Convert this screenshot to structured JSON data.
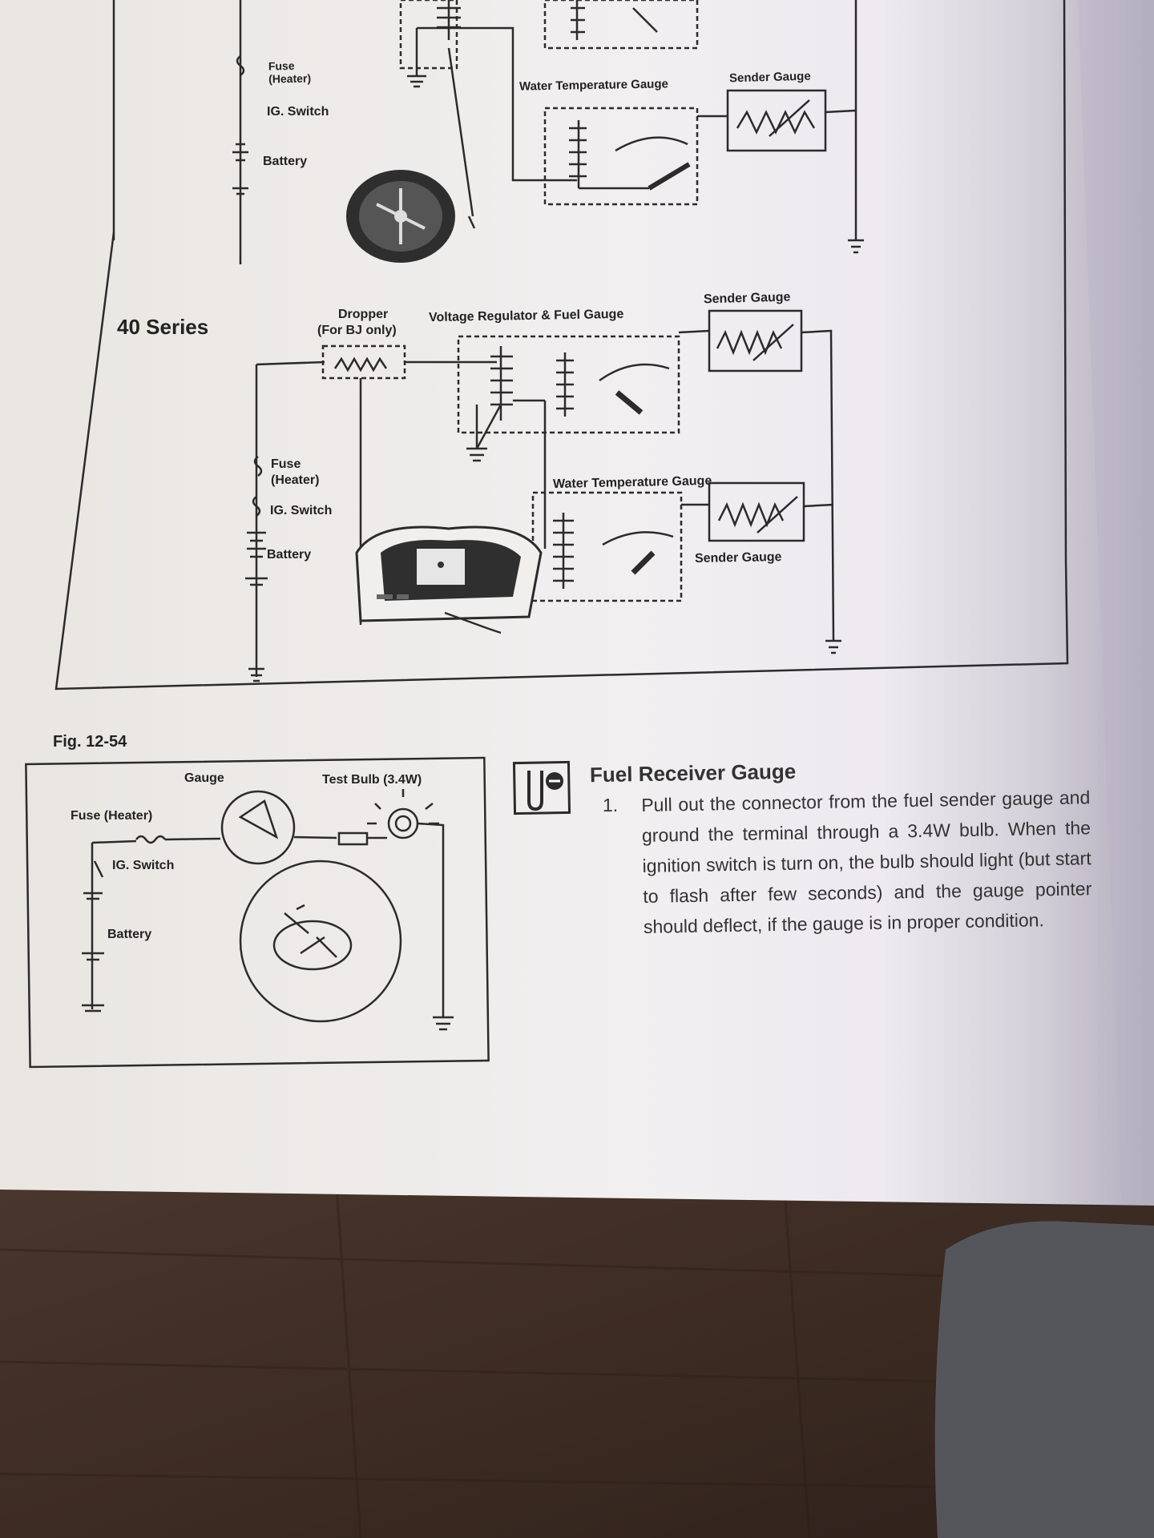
{
  "upper_diagram": {
    "labels": {
      "fuse_heater": "Fuse\n(Heater)",
      "ig_switch": "IG. Switch",
      "battery": "Battery",
      "water_temp_gauge": "Water Temperature Gauge",
      "sender_gauge": "Sender Gauge"
    }
  },
  "series40_diagram": {
    "series_label": "40 Series",
    "labels": {
      "dropper": "Dropper",
      "dropper_note": "(For BJ only)",
      "voltage_regulator_fuel_gauge": "Voltage Regulator & Fuel Gauge",
      "sender_gauge_top": "Sender Gauge",
      "fuse_heater": "Fuse\n(Heater)",
      "ig_switch": "IG. Switch",
      "battery": "Battery",
      "water_temp_gauge": "Water Temperature Gauge",
      "sender_gauge_bottom": "Sender Gauge"
    }
  },
  "figure": {
    "caption": "Fig. 12-54",
    "labels": {
      "gauge": "Gauge",
      "test_bulb": "Test Bulb (3.4W)",
      "fuse_heater": "Fuse (Heater)",
      "ig_switch": "IG. Switch",
      "battery": "Battery"
    }
  },
  "instructions": {
    "heading": "Fuel Receiver Gauge",
    "step_number": "1.",
    "step_text": "Pull out the connector from the fuel sender gauge and ground the terminal through a 3.4W bulb. When the ignition switch is turn on, the bulb should light (but start to flash after few seconds) and the gauge pointer should deflect, if the gauge is in proper condition.",
    "icon": "gauge-inspection-icon"
  }
}
